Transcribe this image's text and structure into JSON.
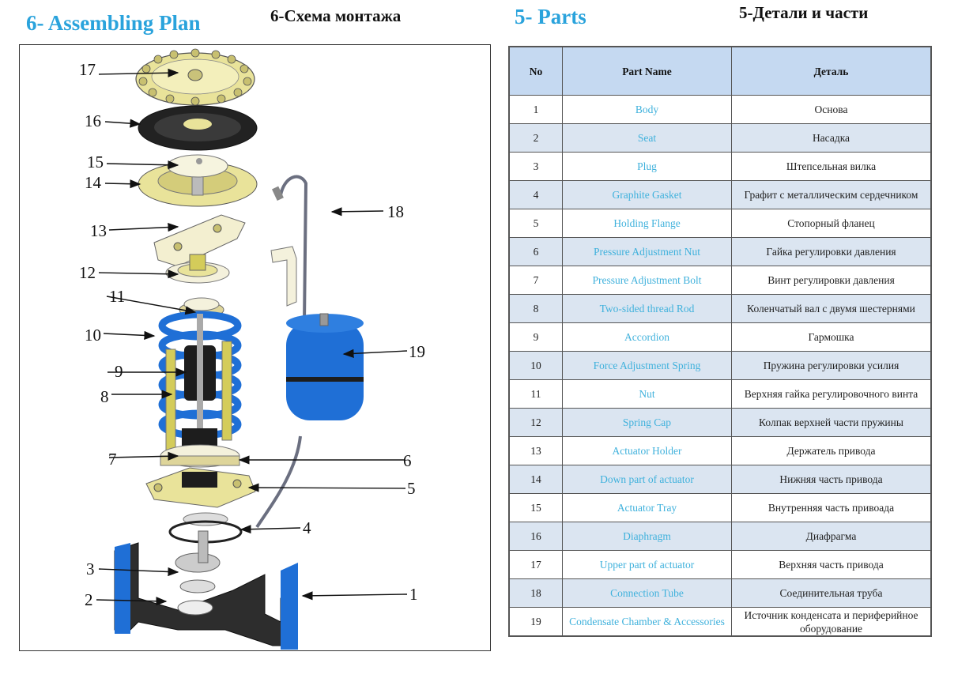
{
  "left_section": {
    "title_en": "6- Assembling Plan",
    "title_ru": "6-Схема монтажа"
  },
  "right_section": {
    "title_en": "5- Parts",
    "title_ru": "5-Детали и части"
  },
  "colors": {
    "heading_blue": "#2aa3dc",
    "part_name_blue": "#3fb1dc",
    "header_bg": "#c5d9f1",
    "alt_row_bg": "#dbe5f1",
    "valve_blue": "#1f6fd6",
    "actuator_yellow": "#e9e39a"
  },
  "table": {
    "headers": {
      "no": "No",
      "part_name": "Part Name",
      "detail": "Деталь"
    },
    "rows": [
      {
        "no": "1",
        "en": "Body",
        "ru": "Основа"
      },
      {
        "no": "2",
        "en": "Seat",
        "ru": "Насадка"
      },
      {
        "no": "3",
        "en": "Plug",
        "ru": "Штепсельная вилка"
      },
      {
        "no": "4",
        "en": "Graphite Gasket",
        "ru": "Графит с металлическим сердечником"
      },
      {
        "no": "5",
        "en": "Holding Flange",
        "ru": "Стопорный фланец"
      },
      {
        "no": "6",
        "en": "Pressure Adjustment Nut",
        "ru": "Гайка регулировки давления"
      },
      {
        "no": "7",
        "en": "Pressure Adjustment Bolt",
        "ru": "Винт регулировки давления"
      },
      {
        "no": "8",
        "en": "Two-sided thread Rod",
        "ru": "Коленчатый вал с двумя шестернями"
      },
      {
        "no": "9",
        "en": "Accordion",
        "ru": "Гармошка"
      },
      {
        "no": "10",
        "en": "Force Adjustment Spring",
        "ru": "Пружина регулировки усилия"
      },
      {
        "no": "11",
        "en": "Nut",
        "ru": "Верхняя гайка регулировочного винта"
      },
      {
        "no": "12",
        "en": "Spring Cap",
        "ru": "Колпак верхней части пружины"
      },
      {
        "no": "13",
        "en": "Actuator Holder",
        "ru": "Держатель привода"
      },
      {
        "no": "14",
        "en": "Down part of actuator",
        "ru": "Нижняя часть привода"
      },
      {
        "no": "15",
        "en": "Actuator Tray",
        "ru": "Внутренняя часть привоада"
      },
      {
        "no": "16",
        "en": "Diaphragm",
        "ru": "Диафрагма"
      },
      {
        "no": "17",
        "en": "Upper part of actuator",
        "ru": "Верхняя часть привода"
      },
      {
        "no": "18",
        "en": "Connection Tube",
        "ru": "Соединительная труба"
      },
      {
        "no": "19",
        "en": "Condensate Chamber & Accessories",
        "ru": "Источник конденсата и периферийное оборудование"
      }
    ]
  },
  "diagram": {
    "callouts": [
      "17",
      "16",
      "15",
      "14",
      "13",
      "12",
      "11",
      "10",
      "9",
      "8",
      "7",
      "6",
      "5",
      "4",
      "3",
      "2",
      "1",
      "18",
      "19"
    ]
  }
}
